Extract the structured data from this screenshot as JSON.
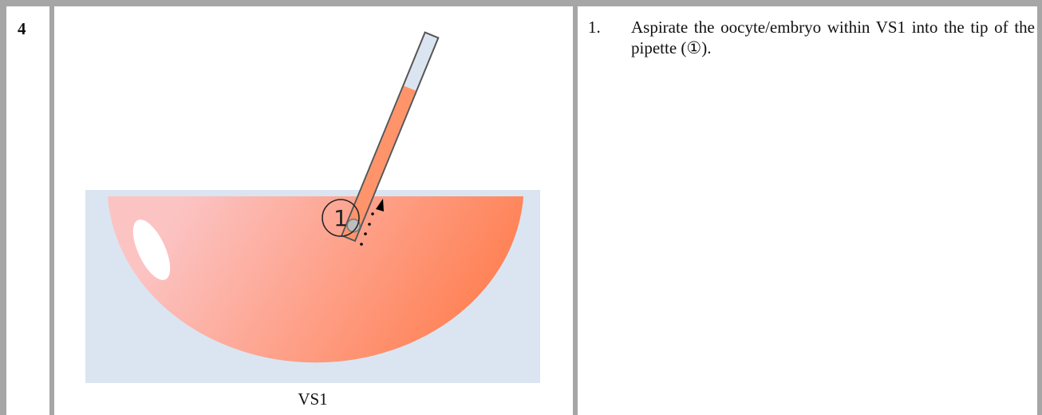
{
  "step": {
    "number": "4",
    "figure": {
      "caption": "VS1",
      "marker_label": "①",
      "colors": {
        "background": "#dbe5f1",
        "dish_light": "#fcc3c3",
        "dish_dark": "#ff8256",
        "highlight": "#ffffff",
        "pipette_body": "#dbe5f1",
        "pipette_liquid": "#ff946a",
        "pipette_outline": "#555555",
        "oocyte": "#bdbdbd",
        "arrow": "#000000"
      },
      "icons": [
        "pipette-icon",
        "oocyte-icon",
        "aspiration-arrow-icon"
      ]
    },
    "instructions": [
      {
        "number": "1.",
        "text": "Aspirate the oocyte/embryo within VS1 into the tip of the pipette (①)."
      }
    ]
  },
  "table": {
    "border_color": "#a6a6a6"
  }
}
